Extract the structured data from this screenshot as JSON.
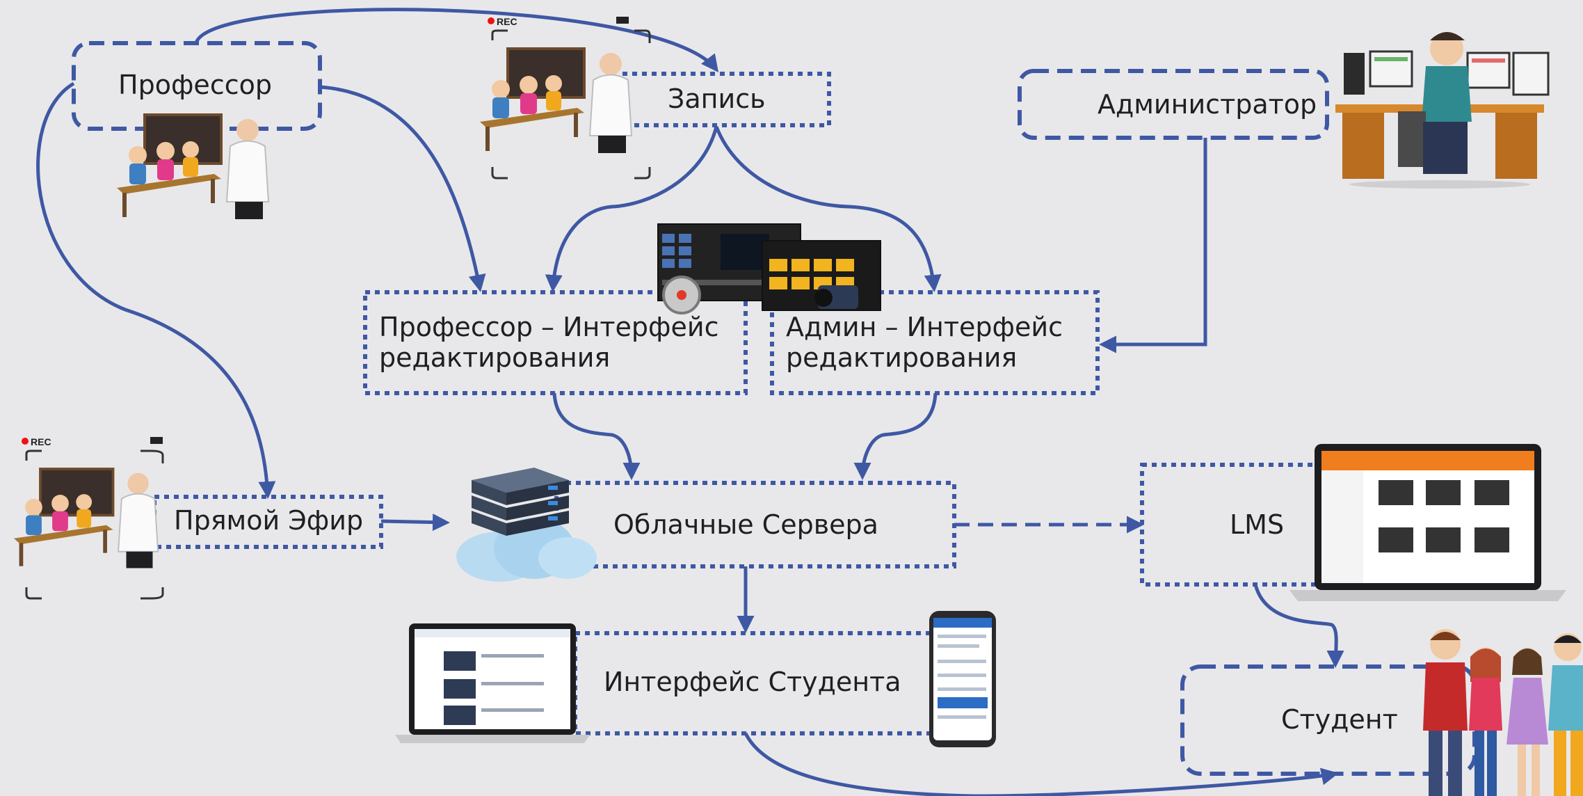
{
  "colors": {
    "accent": "#3f58a4",
    "background": "#e8e8ea",
    "text": "#1f1f22"
  },
  "nodes": {
    "professor": "Профессор",
    "recording": "Запись",
    "administrator": "Администратор",
    "professor_edit_line1": "Профессор – Интерфейс",
    "professor_edit_line2": "редактирования",
    "admin_edit_line1": "Админ – Интерфейс",
    "admin_edit_line2": "редактирования",
    "live": "Прямой Эфир",
    "cloud": "Облачные Сервера",
    "lms": "LMS",
    "student_interface": "Интерфейс Студента",
    "student": "Студент"
  },
  "illustrations": {
    "rec_badge": "REC",
    "classroom": "classroom-illustration",
    "admin_desk": "admin-workstation-illustration",
    "editor": "video-editor-illustration",
    "server": "cloud-server-icon",
    "laptop": "laptop-icon",
    "phone": "smartphone-icon",
    "students": "students-illustration"
  }
}
